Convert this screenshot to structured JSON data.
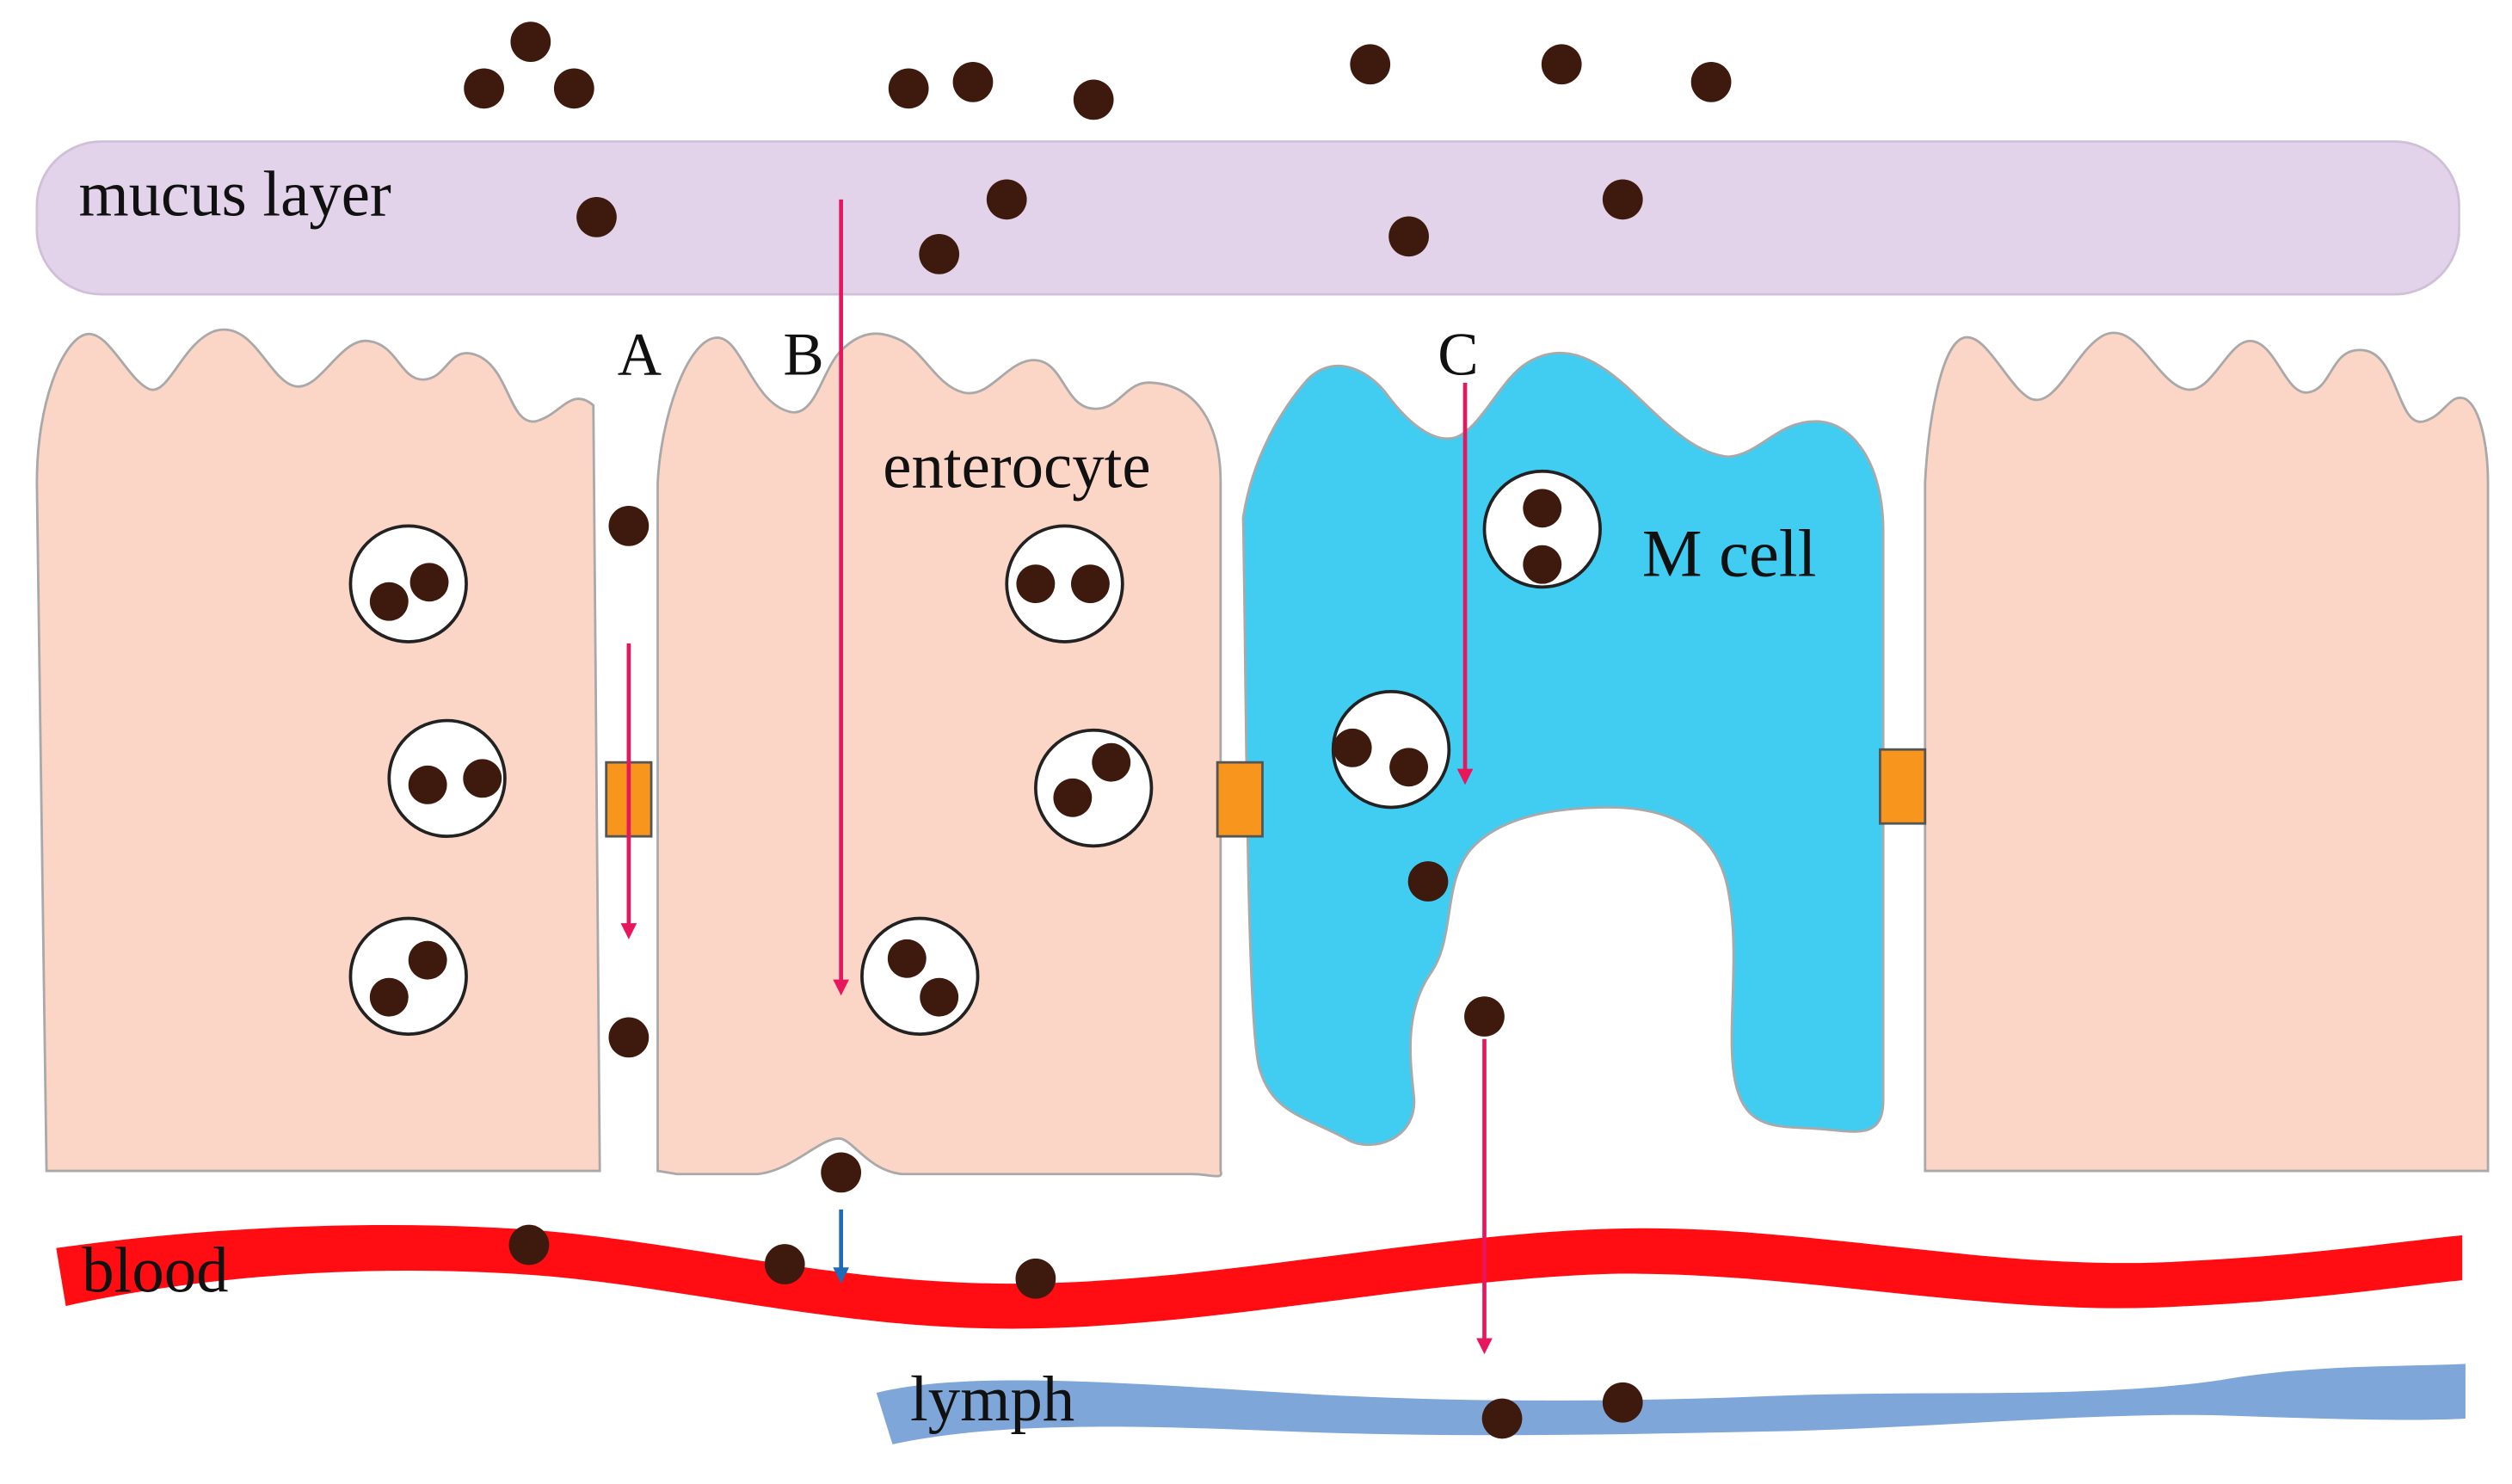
{
  "labels": {
    "mucus_layer": "mucus layer",
    "enterocyte": "enterocyte",
    "m_cell": "M cell",
    "route_a": "A",
    "route_b": "B",
    "route_c": "C",
    "blood": "blood",
    "lymph": "lymph"
  },
  "colors": {
    "mucus": "#e2d3ea",
    "enterocyte": "#fbd5c6",
    "m_cell": "#41cdf2",
    "junction": "#f7951c",
    "blood": "#ff0d12",
    "lymph": "#7ea6d9",
    "particle": "#3d1a0d",
    "route_arrow": "#e8175d",
    "absorption_arrow": "#1d6cb7"
  }
}
